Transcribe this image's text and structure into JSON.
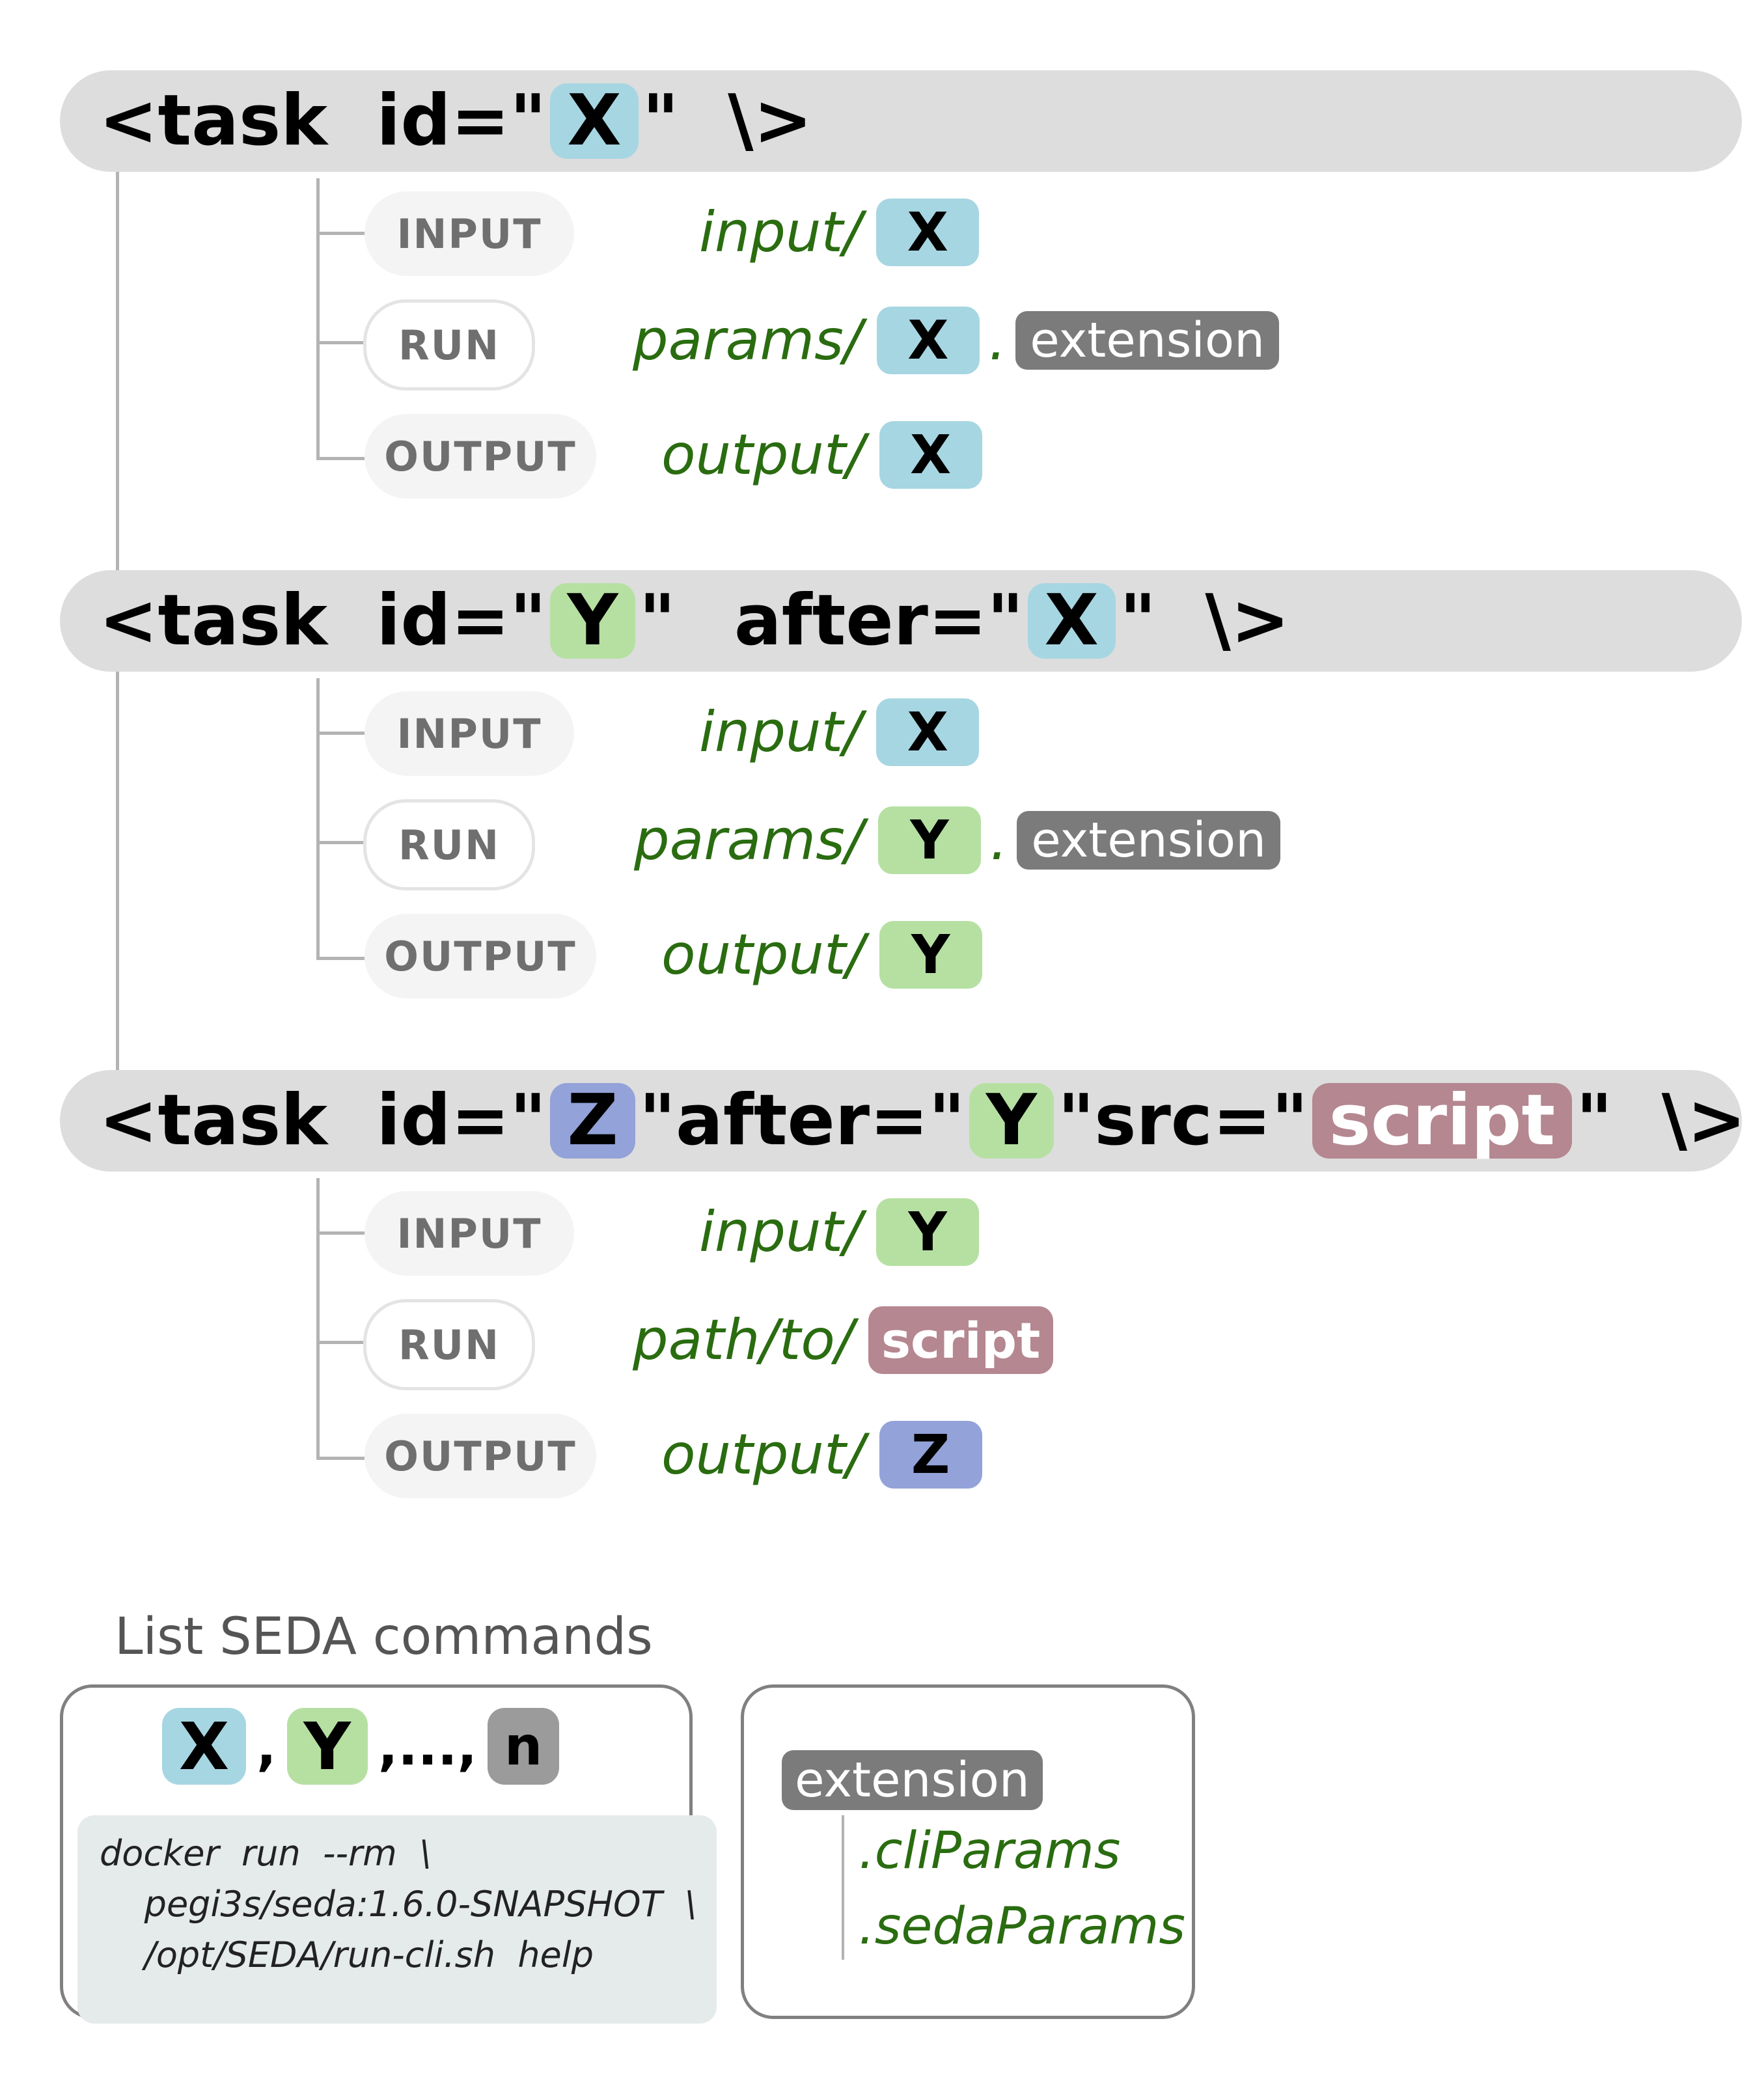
{
  "tasks": [
    {
      "open": "<task  id=\"",
      "id": "X",
      "close": "\"  \\>",
      "steps": {
        "input": {
          "label": "INPUT",
          "path": "input/",
          "chip": "X"
        },
        "run": {
          "label": "RUN",
          "path": "params/",
          "chip": "X",
          "dot": ".",
          "ext": "extension"
        },
        "output": {
          "label": "OUTPUT",
          "path": "output/",
          "chip": "X"
        }
      }
    },
    {
      "open": "<task  id=\"",
      "id": "Y",
      "mid1": "\"",
      "after_label": "after=\"",
      "after": "X",
      "close": "\"  \\>",
      "steps": {
        "input": {
          "label": "INPUT",
          "path": "input/",
          "chip": "X"
        },
        "run": {
          "label": "RUN",
          "path": "params/",
          "chip": "Y",
          "dot": ".",
          "ext": "extension"
        },
        "output": {
          "label": "OUTPUT",
          "path": "output/",
          "chip": "Y"
        }
      }
    },
    {
      "open": "<task  id=\"",
      "id": "Z",
      "mid1": "\"",
      "after_label": "after=\"",
      "after": "Y",
      "mid2": "\"",
      "src_label": "src=\"",
      "src": "script",
      "close": "\"  \\>",
      "steps": {
        "input": {
          "label": "INPUT",
          "path": "input/",
          "chip": "Y"
        },
        "run": {
          "label": "RUN",
          "path": "path/to/",
          "chip": "script"
        },
        "output": {
          "label": "OUTPUT",
          "path": "output/",
          "chip": "Z"
        }
      }
    }
  ],
  "commands": {
    "title": "List  SEDA  commands",
    "chips": [
      "X",
      "Y",
      "n"
    ],
    "sep1": ",",
    "sep2": ",...,",
    "code": [
      "docker  run  --rm  \\",
      "    pegi3s/seda:1.6.0-SNAPSHOT  \\",
      "    /opt/SEDA/run-cli.sh  help"
    ]
  },
  "extensions": {
    "label": "extension",
    "items": [
      ".cliParams",
      ".sedaParams"
    ]
  },
  "colors": {
    "x": "#a6d6e2",
    "y": "#b6e0a2",
    "z": "#93a2d8",
    "n": "#9b9b9b",
    "script": "#b58791",
    "extension": "#7b7b7b",
    "path_text": "#2a6c10"
  }
}
